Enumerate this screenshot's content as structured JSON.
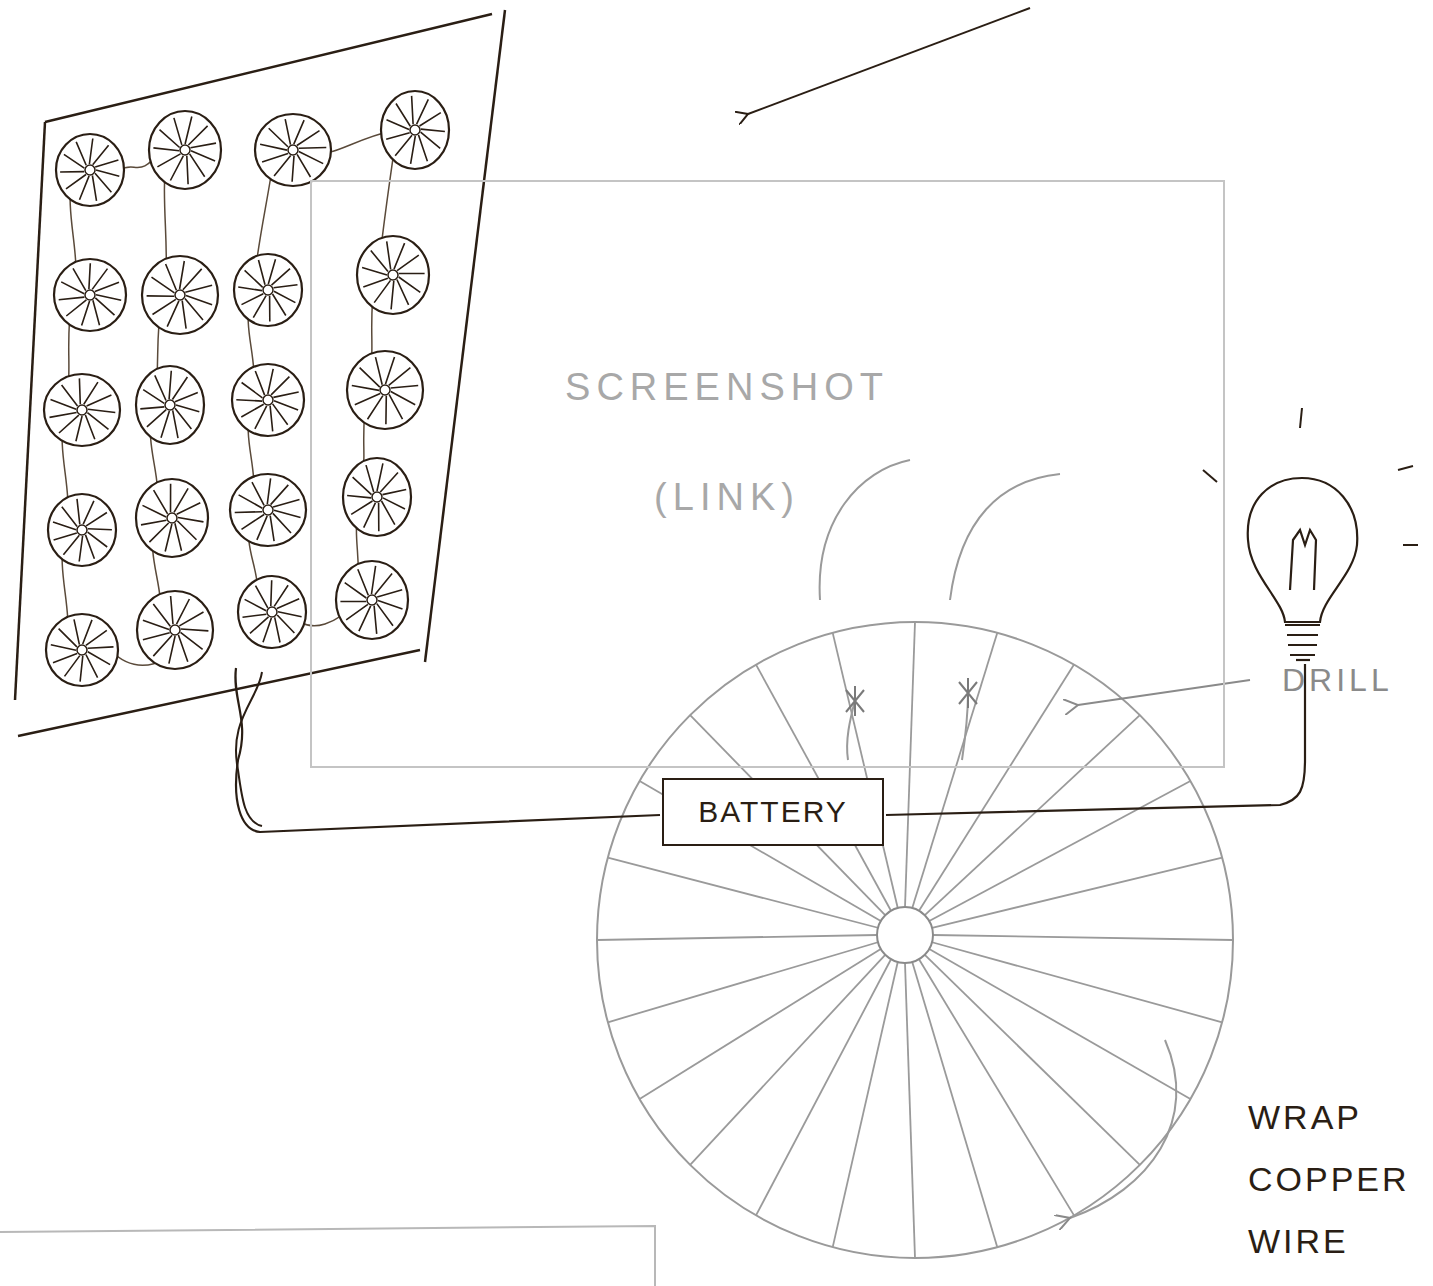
{
  "diagram": {
    "nodes": [
      {
        "text": [
          "SCREENSHOT (LINK)"
        ]
      },
      {
        "text": [
          "BATTERY"
        ]
      }
    ],
    "labels": [
      "DRILL",
      "WRAP COPPER WIRE"
    ]
  }
}
